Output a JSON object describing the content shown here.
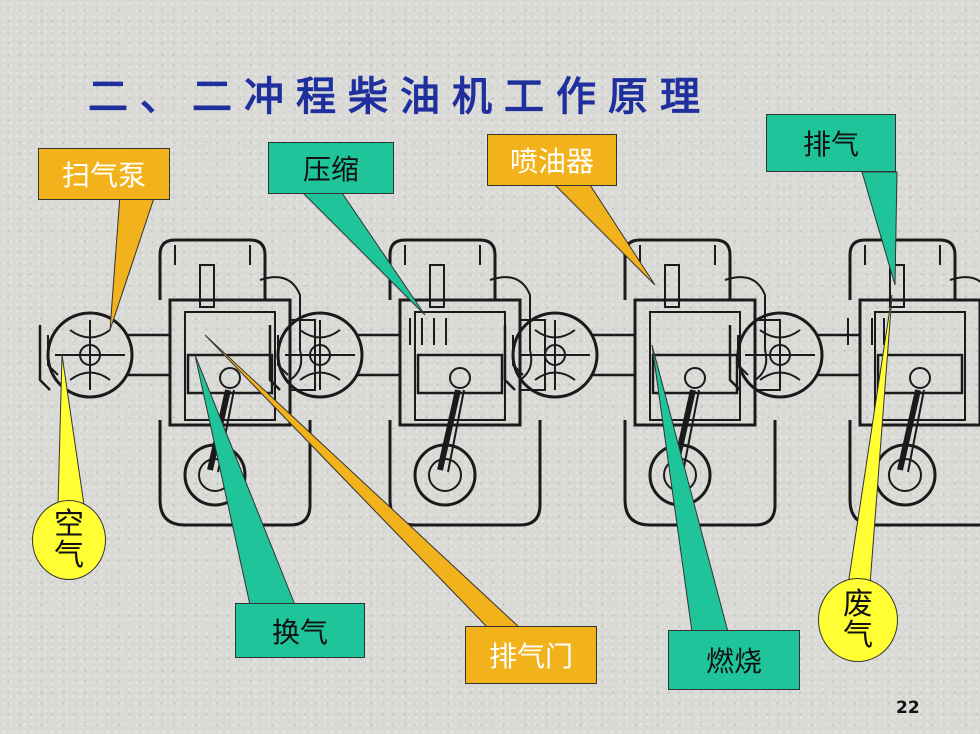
{
  "slide": {
    "title": "二、二冲程柴油机工作原理",
    "page_number": "22"
  },
  "labels": {
    "scavenge_pump": "扫气泵",
    "compression": "压缩",
    "injector": "喷油器",
    "exhaust": "排气",
    "air": "空气",
    "scavenging": "换气",
    "exhaust_valve": "排气门",
    "combustion": "燃烧",
    "waste_gas": "废气"
  },
  "colors": {
    "title": "#1f2f9e",
    "green_callout": "#1fc49a",
    "orange_callout": "#f2b21b",
    "yellow_circle": "#ffff33"
  }
}
